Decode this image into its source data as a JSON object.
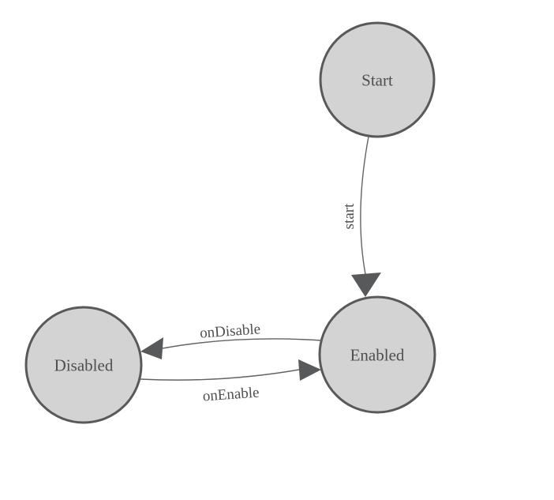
{
  "diagram": {
    "kind": "state-machine",
    "colors": {
      "background": "#ffffff",
      "node_fill": "#d3d3d3",
      "node_stroke": "#58595b",
      "edge": "#636363",
      "arrow": "#58595b",
      "text": "#4f4f4f"
    },
    "nodes": {
      "start": {
        "label": "Start"
      },
      "enabled": {
        "label": "Enabled"
      },
      "disabled": {
        "label": "Disabled"
      }
    },
    "edges": {
      "start_to_enabled": {
        "from": "Start",
        "to": "Enabled",
        "label": "start"
      },
      "enabled_to_disabled": {
        "from": "Enabled",
        "to": "Disabled",
        "label": "onDisable"
      },
      "disabled_to_enabled": {
        "from": "Disabled",
        "to": "Enabled",
        "label": "onEnable"
      }
    }
  }
}
